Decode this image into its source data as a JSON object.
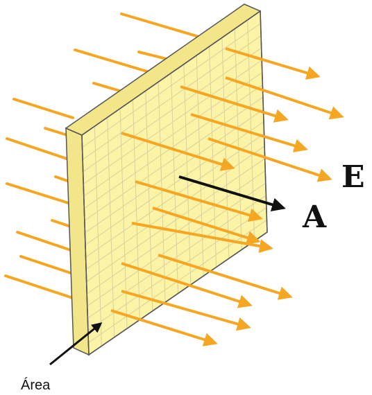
{
  "labels": {
    "field": "E",
    "area_vector": "A",
    "area": "Área"
  },
  "colors": {
    "field_arrow": "#F5A623",
    "plate_face": "#FBF3A6",
    "plate_edge": "#F3E58A",
    "plate_grid": "#D8D0A0",
    "plate_outline": "#555555",
    "vector_arrow": "#111111"
  }
}
